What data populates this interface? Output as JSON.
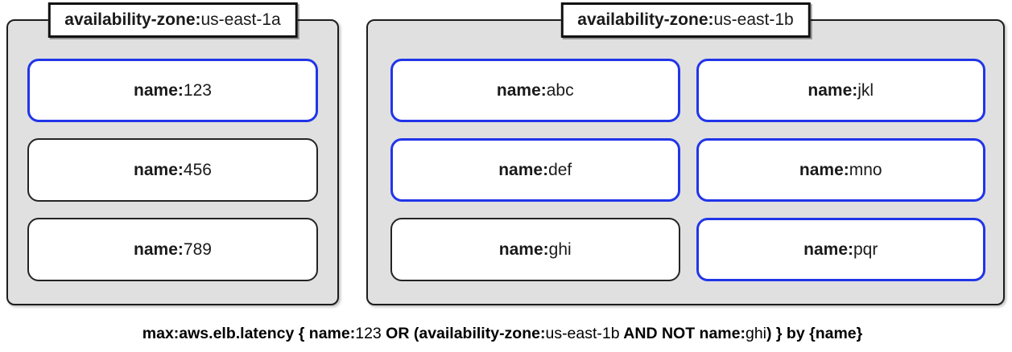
{
  "colors": {
    "panel_bg": "#e0e0e0",
    "panel_border": "#1d1d1d",
    "title_border": "#111111",
    "box_bg": "#ffffff",
    "highlight_border": "#2135e8",
    "normal_border": "#242424"
  },
  "zones": [
    {
      "title_key": "availability-zone:",
      "title_value": "us-east-1a",
      "hosts": [
        {
          "key": "name:",
          "value": "123",
          "highlighted": true
        },
        {
          "key": "name:",
          "value": "456",
          "highlighted": false
        },
        {
          "key": "name:",
          "value": "789",
          "highlighted": false
        }
      ]
    },
    {
      "title_key": "availability-zone:",
      "title_value": "us-east-1b",
      "hosts": [
        {
          "key": "name:",
          "value": "abc",
          "highlighted": true
        },
        {
          "key": "name:",
          "value": "jkl",
          "highlighted": true
        },
        {
          "key": "name:",
          "value": "def",
          "highlighted": true
        },
        {
          "key": "name:",
          "value": "mno",
          "highlighted": true
        },
        {
          "key": "name:",
          "value": "ghi",
          "highlighted": false
        },
        {
          "key": "name:",
          "value": "pqr",
          "highlighted": true
        }
      ]
    }
  ],
  "query": {
    "segments": [
      {
        "text": "max:aws.elb.latency { name:",
        "bold": true
      },
      {
        "text": "123",
        "bold": false
      },
      {
        "text": " OR (availability-zone:",
        "bold": true
      },
      {
        "text": "us-east-1b",
        "bold": false
      },
      {
        "text": " AND NOT name:",
        "bold": true
      },
      {
        "text": "ghi",
        "bold": false
      },
      {
        "text": ") } by {name}",
        "bold": true
      }
    ]
  }
}
